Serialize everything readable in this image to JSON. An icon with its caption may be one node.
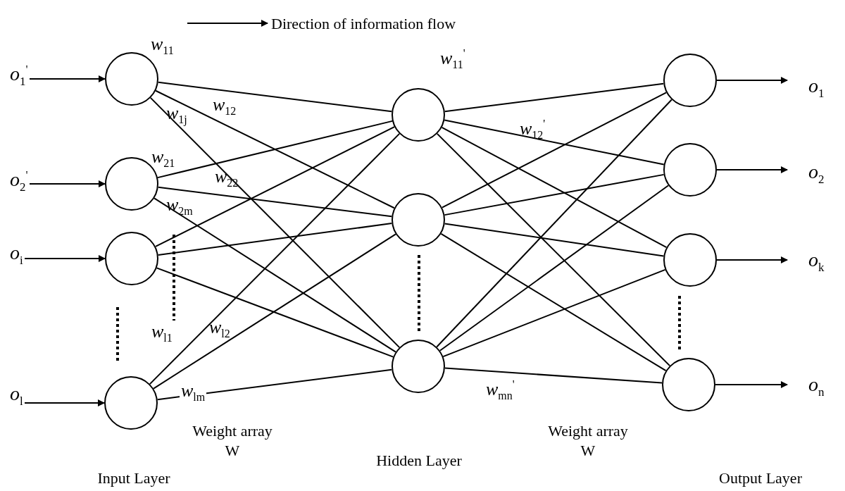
{
  "diagram": {
    "nodes": [
      {
        "text": [
          "*o*$_{1}$$^{'}$"
        ]
      },
      {
        "text": [
          "*o*$_{2}$$^{'}$"
        ]
      },
      {
        "text": [
          "*o*$_{i}$"
        ]
      },
      {
        "text": [
          "*o*$_{l}$"
        ]
      },
      {
        "text": [],
        "shape": "circle"
      },
      {
        "text": [],
        "shape": "circle"
      },
      {
        "text": [],
        "shape": "circle"
      },
      {
        "text": [],
        "shape": "circle"
      },
      {
        "text": [],
        "shape": "circle"
      },
      {
        "text": [],
        "shape": "circle"
      },
      {
        "text": [],
        "shape": "circle"
      },
      {
        "text": [],
        "shape": "circle"
      },
      {
        "text": [],
        "shape": "circle"
      },
      {
        "text": [],
        "shape": "circle"
      },
      {
        "text": [],
        "shape": "circle"
      },
      {
        "text": [
          "*o*$_{1}$"
        ]
      },
      {
        "text": [
          "*o*$_{2}$"
        ]
      },
      {
        "text": [
          "*o*$_{k}$"
        ]
      },
      {
        "text": [
          "*o*$_{n}$"
        ]
      }
    ],
    "edges": [
      {
        "from": 0,
        "to": 4,
        "arrow": "to"
      },
      {
        "from": 1,
        "to": 5,
        "arrow": "to"
      },
      {
        "from": 2,
        "to": 6,
        "arrow": "to"
      },
      {
        "from": 3,
        "to": 7,
        "arrow": "to"
      },
      {
        "from": 4,
        "to": 8,
        "arrow": "none"
      },
      {
        "from": 4,
        "to": 9,
        "arrow": "none"
      },
      {
        "from": 4,
        "to": 10,
        "arrow": "none"
      },
      {
        "from": 5,
        "to": 8,
        "arrow": "none"
      },
      {
        "from": 5,
        "to": 9,
        "arrow": "none"
      },
      {
        "from": 5,
        "to": 10,
        "arrow": "none"
      },
      {
        "from": 6,
        "to": 8,
        "arrow": "none"
      },
      {
        "from": 6,
        "to": 9,
        "arrow": "none"
      },
      {
        "from": 6,
        "to": 10,
        "arrow": "none"
      },
      {
        "from": 7,
        "to": 8,
        "arrow": "none"
      },
      {
        "from": 7,
        "to": 9,
        "arrow": "none"
      },
      {
        "from": 7,
        "to": 10,
        "arrow": "none"
      },
      {
        "from": 8,
        "to": 11,
        "arrow": "none"
      },
      {
        "from": 8,
        "to": 12,
        "arrow": "none"
      },
      {
        "from": 8,
        "to": 13,
        "arrow": "none"
      },
      {
        "from": 8,
        "to": 14,
        "arrow": "none"
      },
      {
        "from": 9,
        "to": 11,
        "arrow": "none"
      },
      {
        "from": 9,
        "to": 12,
        "arrow": "none"
      },
      {
        "from": 9,
        "to": 13,
        "arrow": "none"
      },
      {
        "from": 9,
        "to": 14,
        "arrow": "none"
      },
      {
        "from": 10,
        "to": 11,
        "arrow": "none"
      },
      {
        "from": 10,
        "to": 12,
        "arrow": "none"
      },
      {
        "from": 10,
        "to": 13,
        "arrow": "none"
      },
      {
        "from": 10,
        "to": 14,
        "arrow": "none"
      },
      {
        "from": 11,
        "to": 15,
        "arrow": "to"
      },
      {
        "from": 12,
        "to": 16,
        "arrow": "to"
      },
      {
        "from": 13,
        "to": 17,
        "arrow": "to"
      },
      {
        "from": 14,
        "to": 18,
        "arrow": "to"
      }
    ],
    "labels": [
      "Direction of information flow",
      "*w*$_{11}$",
      "*w*$_{11}$$^{'}$",
      "*w*$_{1j}$",
      "*w*$_{12}$",
      "*w*$_{12}$$^{'}$",
      "*w*$_{21}$",
      "*w*$_{22}$",
      "*w*$_{2m}$",
      "*w*$_{l1}$",
      "*w*$_{l2}$",
      "*w*$_{lm}$",
      "*w*$_{mn}$$^{'}$",
      "Weight array W",
      "Hidden Layer",
      "Weight array W",
      "Input Layer",
      "Output Layer"
    ]
  }
}
